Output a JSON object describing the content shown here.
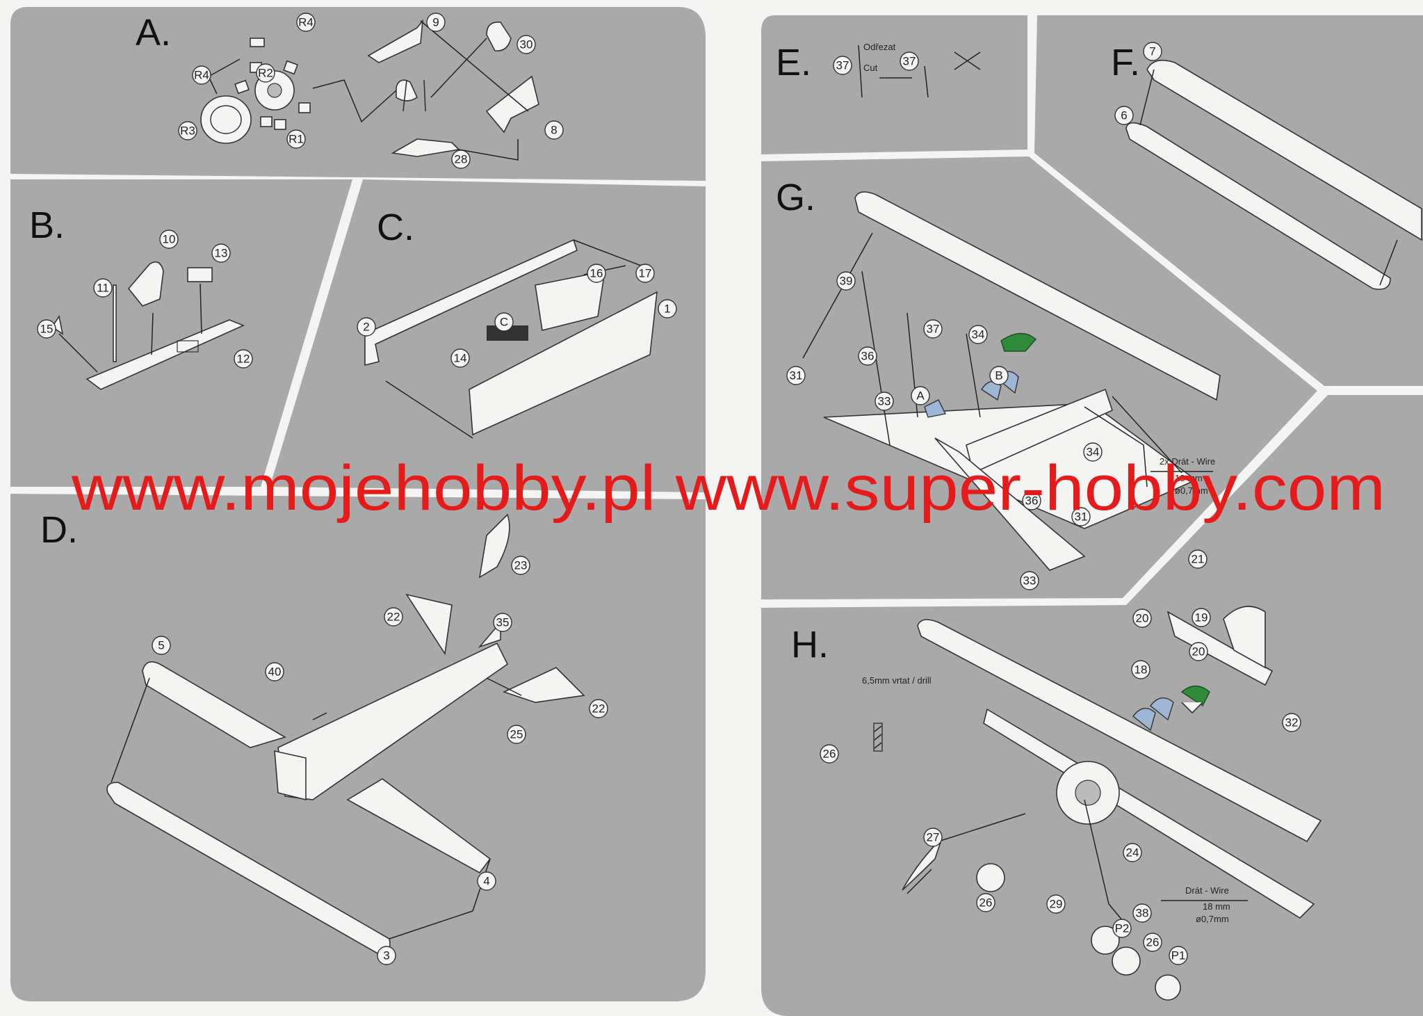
{
  "colors": {
    "page_background": "#f4f4f2",
    "panel_gray": "#a9a9a9",
    "part_fill": "#f4f4f2",
    "canopy_blue": "#9db6d6",
    "canopy_green": "#2f8a3a",
    "watermark_red": "#e51a1a"
  },
  "steps": [
    {
      "id": "A",
      "label": "A."
    },
    {
      "id": "B",
      "label": "B."
    },
    {
      "id": "C",
      "label": "C."
    },
    {
      "id": "D",
      "label": "D."
    },
    {
      "id": "E",
      "label": "E."
    },
    {
      "id": "F",
      "label": "F."
    },
    {
      "id": "G",
      "label": "G."
    },
    {
      "id": "H",
      "label": "H."
    }
  ],
  "callouts": {
    "A": [
      "R4",
      "R4",
      "R2",
      "R3",
      "R1",
      "9",
      "30",
      "8",
      "28"
    ],
    "B": [
      "10",
      "13",
      "11",
      "15",
      "12"
    ],
    "C": [
      "16",
      "17",
      "2",
      "C",
      "14",
      "1"
    ],
    "D": [
      "23",
      "35",
      "22",
      "5",
      "40",
      "22",
      "25",
      "4",
      "3"
    ],
    "E": [
      "37",
      "37"
    ],
    "F": [
      "7",
      "6"
    ],
    "G": [
      "39",
      "37",
      "34",
      "36",
      "B",
      "31",
      "33",
      "A",
      "34",
      "36",
      "31",
      "33"
    ],
    "H": [
      "21",
      "20",
      "19",
      "18",
      "20",
      "26",
      "32",
      "27",
      "24",
      "26",
      "29",
      "38",
      "P2",
      "26",
      "P1"
    ]
  },
  "annotations": {
    "odfezat": "Odřezat",
    "cut": "Cut",
    "wire_2x": "2x Drát - Wire",
    "wire_len_g": "18 mm",
    "wire_dia_g": "ø0,7mm",
    "drill": "6,5mm vrtat / drill",
    "wire_h": "Drát - Wire",
    "wire_len_h": "18 mm",
    "wire_dia_h": "ø0,7mm"
  },
  "watermark": "www.mojehobby.pl www.super-hobby.com"
}
